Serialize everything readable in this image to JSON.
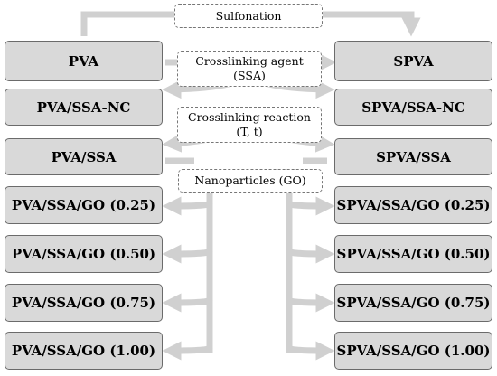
{
  "steps": {
    "sulfonation": "Sulfonation",
    "crosslinking_agent": "Crosslinking agent",
    "crosslinking_agent_sub": "(SSA)",
    "crosslinking_reaction": "Crosslinking reaction",
    "crosslinking_reaction_sub": "(T, t)",
    "nanoparticles": "Nanoparticles (GO)"
  },
  "left_column": [
    "PVA",
    "PVA/SSA-NC",
    "PVA/SSA",
    "PVA/SSA/GO (0.25)",
    "PVA/SSA/GO (0.50)",
    "PVA/SSA/GO (0.75)",
    "PVA/SSA/GO (1.00)"
  ],
  "right_column": [
    "SPVA",
    "SPVA/SSA-NC",
    "SPVA/SSA",
    "SPVA/SSA/GO (0.25)",
    "SPVA/SSA/GO (0.50)",
    "SPVA/SSA/GO (0.75)",
    "SPVA/SSA/GO (1.00)"
  ],
  "colors": {
    "box_fill": "#d9d9d9",
    "box_border": "#6b6b6b",
    "arrow": "#d0d0d0"
  }
}
